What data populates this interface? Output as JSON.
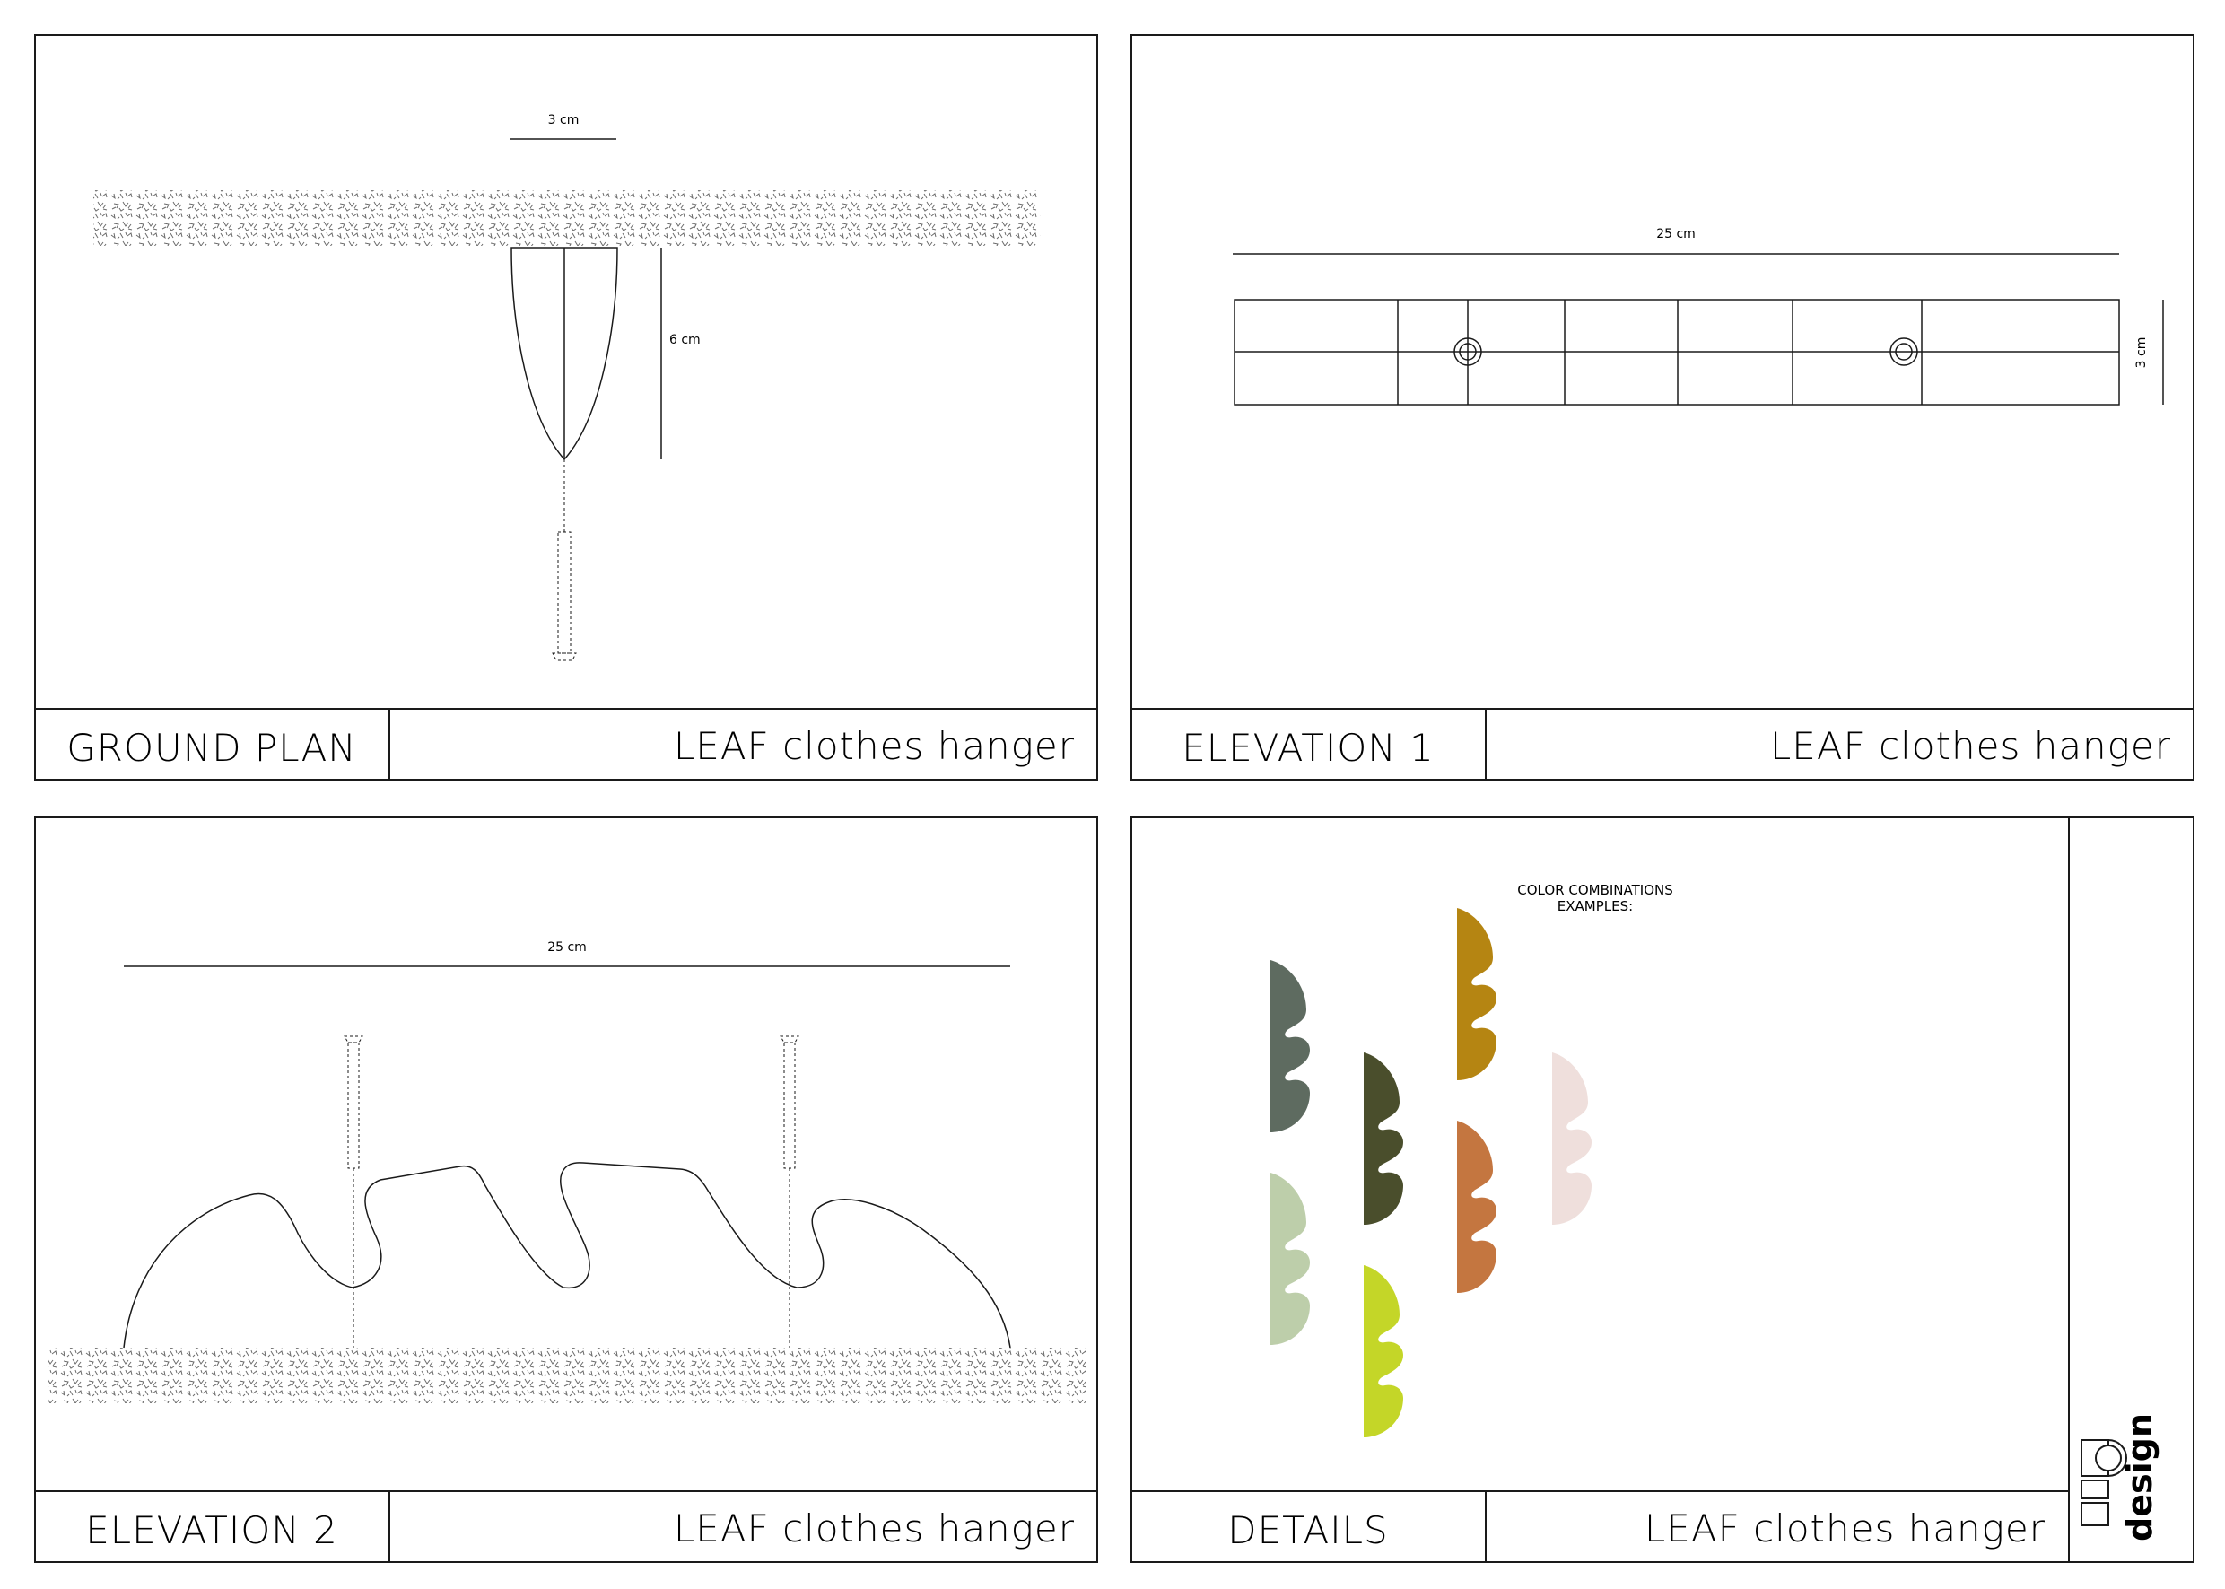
{
  "sheets": {
    "ground_plan": {
      "title": "GROUND PLAN",
      "project": "LEAF clothes hanger",
      "dim_width": "3 cm",
      "dim_height": "6 cm"
    },
    "elevation1": {
      "title": "ELEVATION 1",
      "project": "LEAF clothes hanger",
      "dim_length": "25 cm",
      "dim_height": "3 cm"
    },
    "elevation2": {
      "title": "ELEVATION 2",
      "project": "LEAF clothes hanger",
      "dim_length": "25 cm"
    },
    "details": {
      "title": "DETAILS",
      "project": "LEAF clothes hanger",
      "caption_line1": "COLOR COMBINATIONS",
      "caption_line2": "EXAMPLES:",
      "swatches": [
        {
          "name": "gray-green",
          "color": "#5e6b60"
        },
        {
          "name": "light-sage",
          "color": "#bdceaa"
        },
        {
          "name": "olive-dark",
          "color": "#4a4e2c"
        },
        {
          "name": "lime",
          "color": "#c4d628"
        },
        {
          "name": "mustard",
          "color": "#b58512"
        },
        {
          "name": "rust",
          "color": "#c47640"
        },
        {
          "name": "blush",
          "color": "#efdfdc"
        }
      ]
    }
  },
  "logo": {
    "text": "design",
    "icon": "m-design-logo-icon"
  },
  "colors": {
    "line": "#1a1a1a",
    "hatch": "#6a6a6a"
  }
}
